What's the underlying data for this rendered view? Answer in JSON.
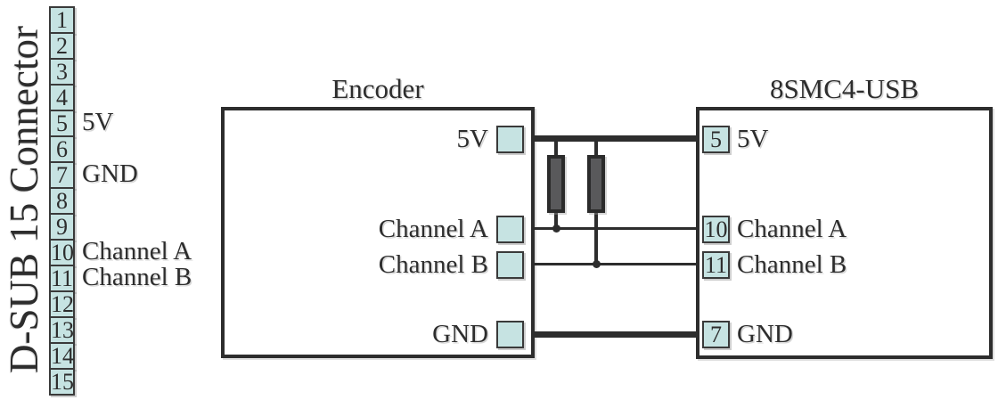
{
  "diagram": {
    "dsub": {
      "title": "D-SUB 15 Connector",
      "pins": [
        "1",
        "2",
        "3",
        "4",
        "5",
        "6",
        "7",
        "8",
        "9",
        "10",
        "11",
        "12",
        "13",
        "14",
        "15"
      ],
      "annotations": [
        {
          "pin": "5",
          "label": "5V"
        },
        {
          "pin": "7",
          "label": "GND"
        },
        {
          "pin": "10",
          "label": "Channel A"
        },
        {
          "pin": "11",
          "label": "Channel B"
        }
      ]
    },
    "encoder": {
      "title": "Encoder",
      "pins": [
        "5V",
        "Channel A",
        "Channel B",
        "GND"
      ]
    },
    "controller": {
      "title": "8SMC4-USB",
      "pins": [
        {
          "number": "5",
          "label": "5V"
        },
        {
          "number": "10",
          "label": "Channel A"
        },
        {
          "number": "11",
          "label": "Channel B"
        },
        {
          "number": "7",
          "label": "GND"
        }
      ]
    },
    "connections": [
      {
        "from": "Encoder 5V",
        "to": "8SMC4-USB pin 5 (5V)",
        "style": "thick"
      },
      {
        "from": "Encoder Channel A",
        "to": "8SMC4-USB pin 10 (Channel A)",
        "style": "thin",
        "pullup_resistor_to": "5V"
      },
      {
        "from": "Encoder Channel B",
        "to": "8SMC4-USB pin 11 (Channel B)",
        "style": "thin",
        "pullup_resistor_to": "5V"
      },
      {
        "from": "Encoder GND",
        "to": "8SMC4-USB pin 7 (GND)",
        "style": "thick"
      }
    ],
    "colors": {
      "pad": "#c6e3e2",
      "line": "#2d2d2d",
      "resistor_fill": "#59595b"
    }
  }
}
